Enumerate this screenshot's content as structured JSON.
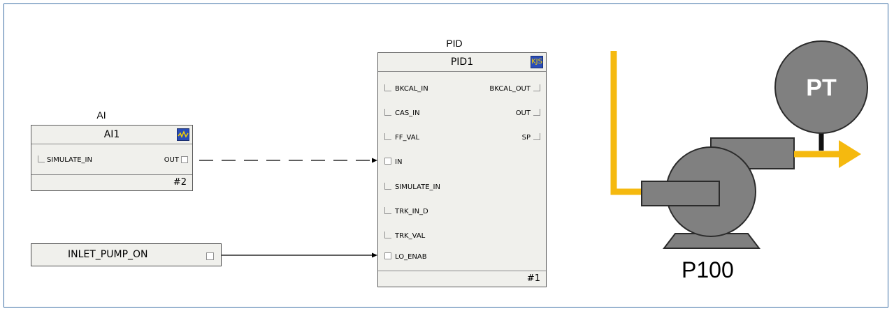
{
  "ai_block": {
    "type": "AI",
    "name": "AI1",
    "inputs": [
      "SIMULATE_IN"
    ],
    "outputs": [
      "OUT"
    ],
    "index": "#2",
    "icon": "waveform-icon"
  },
  "pid_block": {
    "type": "PID",
    "name": "PID1",
    "inputs": [
      "BKCAL_IN",
      "CAS_IN",
      "FF_VAL",
      "IN",
      "SIMULATE_IN",
      "TRK_IN_D",
      "TRK_VAL",
      "LO_ENAB"
    ],
    "outputs": [
      "BKCAL_OUT",
      "OUT",
      "SP"
    ],
    "index": "#1",
    "icon": "kjs-icon",
    "icon_text": "KJS"
  },
  "inlet": {
    "label": "INLET_PUMP_ON"
  },
  "equipment": {
    "pump_label": "P100",
    "transmitter_label": "PT"
  },
  "colors": {
    "frame": "#3b6ea5",
    "pipe": "#f5b90f",
    "equipment_fill": "#808080",
    "equipment_stroke": "#2b2b2b",
    "block_bg": "#f0f0ec"
  }
}
